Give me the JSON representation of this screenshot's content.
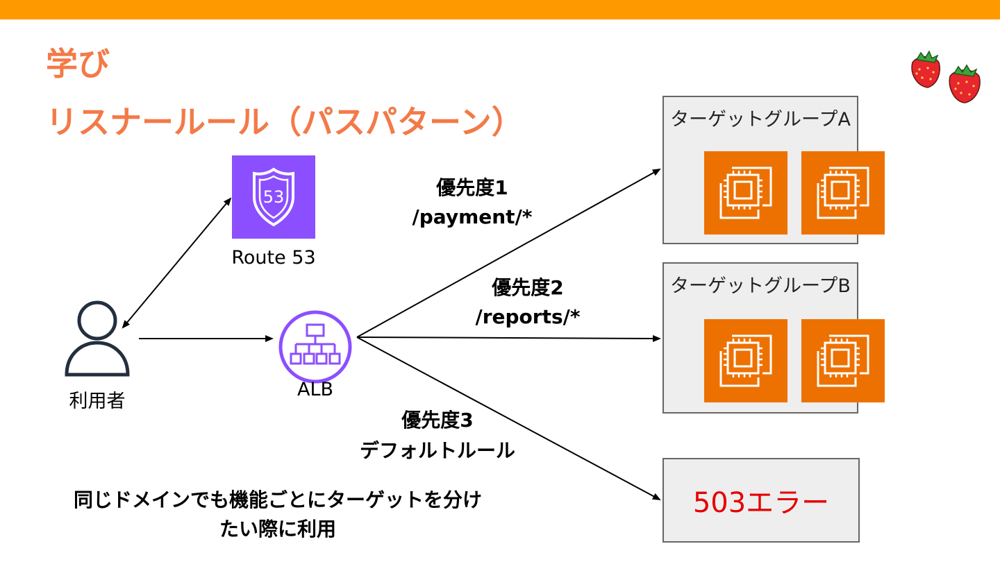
{
  "colors": {
    "top_bar": "#ff9900",
    "title": "#f37a48",
    "ec2_icon": "#ed7100",
    "route53_icon": "#8c4fff",
    "alb_icon": "#8c4fff",
    "error_text": "#e60000",
    "box_fill": "#eeeeee"
  },
  "title": {
    "line1": "学び",
    "line2": "リスナールール（パスパターン）"
  },
  "nodes": {
    "user": {
      "label": "利用者",
      "icon": "user-icon"
    },
    "route53": {
      "label": "Route 53",
      "icon": "route53-icon"
    },
    "alb": {
      "label": "ALB",
      "icon": "alb-icon"
    }
  },
  "rules": [
    {
      "priority": "優先度1",
      "path": "/payment/*"
    },
    {
      "priority": "優先度2",
      "path": "/reports/*"
    },
    {
      "priority": "優先度3",
      "path": "デフォルトルール"
    }
  ],
  "target_groups": [
    {
      "name": "ターゲットグループA",
      "instance_icon": "ec2-instance-icon"
    },
    {
      "name": "ターゲットグループB",
      "instance_icon": "ec2-instance-icon"
    }
  ],
  "error_box": {
    "text": "503エラー"
  },
  "note": {
    "line1": "同じドメインでも機能ごとにターゲットを分け",
    "line2": "たい際に利用"
  },
  "decoration": {
    "icon": "strawberry-icon"
  }
}
